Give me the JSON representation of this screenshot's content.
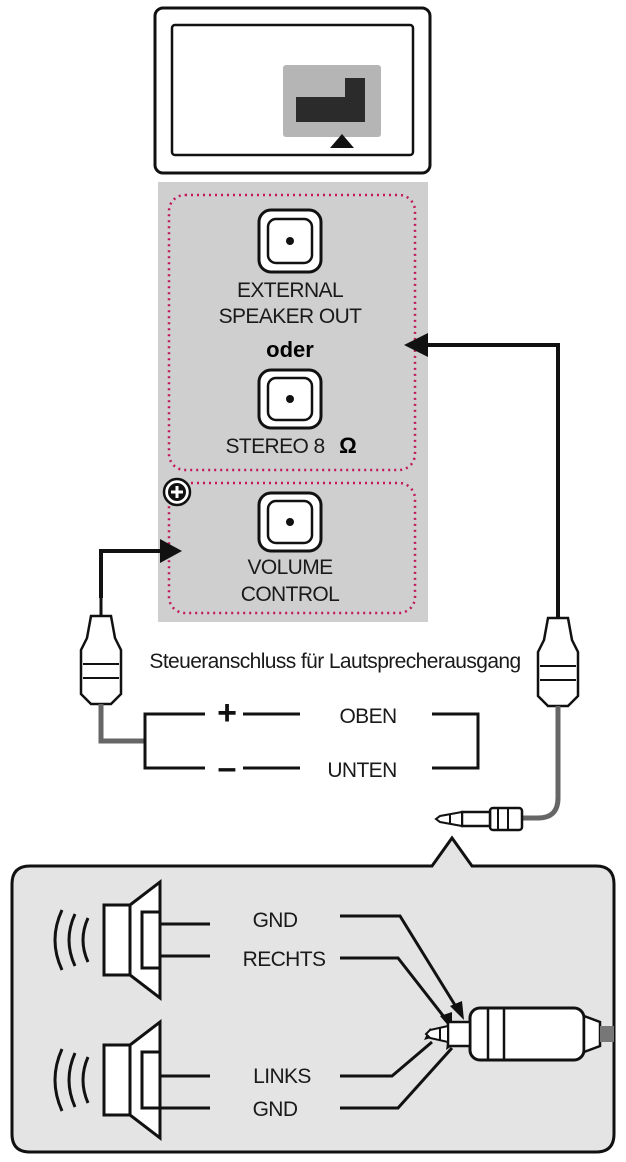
{
  "panel": {
    "external_speaker_out_line1": "EXTERNAL",
    "external_speaker_out_line2": "SPEAKER OUT",
    "oder": "oder",
    "stereo_label": "STEREO 8",
    "ohm_symbol": "Ω",
    "volume_control_line1": "VOLUME",
    "volume_control_line2": "CONTROL"
  },
  "caption": "Steueranschluss für Lautsprecherausgang",
  "control": {
    "plus": "+",
    "minus": "–",
    "up_label": "OBEN",
    "down_label": "UNTEN"
  },
  "speaker_box": {
    "gnd_top": "GND",
    "rechts": "RECHTS",
    "links": "LINKS",
    "gnd_bottom": "GND"
  },
  "colors": {
    "panel_bg": "#cfcfcf",
    "dotted_border": "#c2185b",
    "box_bg": "#e4e4e4",
    "line": "#111111"
  }
}
